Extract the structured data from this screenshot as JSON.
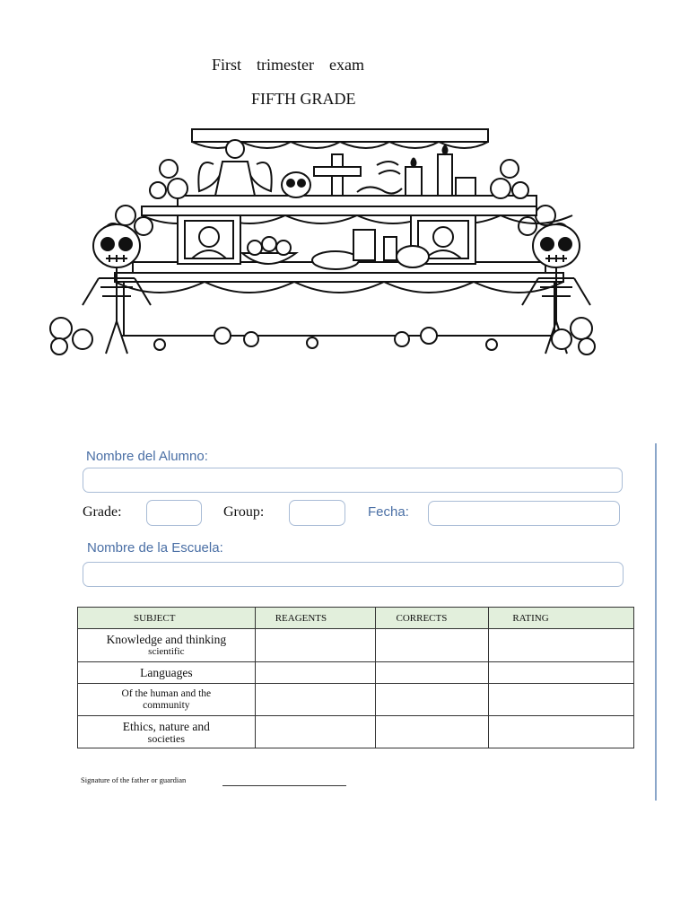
{
  "header": {
    "title": "First  trimester  exam",
    "grade": "FIFTH GRADE"
  },
  "form": {
    "student_name_label": "Nombre del Alumno:",
    "student_name_value": "",
    "grade_label": "Grade:",
    "grade_value": "",
    "group_label": "Group:",
    "group_value": "",
    "date_label": "Fecha:",
    "date_value": "",
    "school_label": "Nombre de la Escuela:",
    "school_value": ""
  },
  "table": {
    "headers": [
      "SUBJECT",
      "REAGENTS",
      "CORRECTS",
      "RATING"
    ],
    "rows": [
      {
        "main": "Knowledge and thinking",
        "sub": "scientific"
      },
      {
        "main": "Languages",
        "sub": ""
      },
      {
        "main": "Of the human and the",
        "sub": "community"
      },
      {
        "main": "Ethics, nature and",
        "sub": "societies"
      }
    ]
  },
  "footer": {
    "signature_label": "Signature of the father or guardian"
  },
  "colors": {
    "form_label": "#4a6fa5",
    "field_border": "#a9bcd6",
    "table_header_bg": "#e2efdc"
  },
  "illustration": {
    "name": "day-of-the-dead-altar",
    "icons": [
      "skeleton-icon",
      "cross-icon",
      "candle-icon",
      "marigold-icon",
      "sugar-skull-icon",
      "portrait-icon",
      "angel-icon",
      "fruit-bowl-icon"
    ]
  }
}
